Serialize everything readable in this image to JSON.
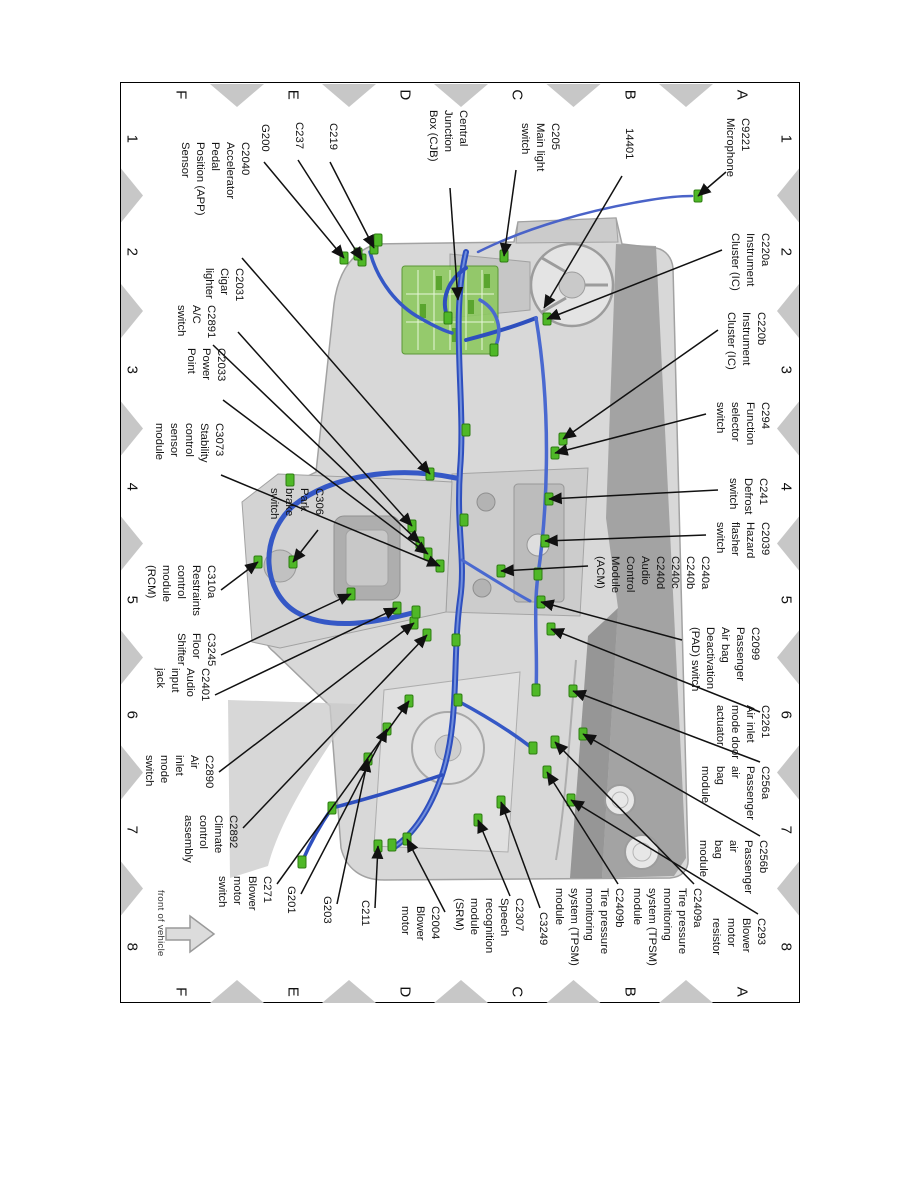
{
  "document": {
    "type": "wiring-harness-location-diagram",
    "harness_number": "14401",
    "orientation": "landscape page rotated 90deg clockwise"
  },
  "grid": {
    "letters": [
      "A",
      "B",
      "C",
      "D",
      "E",
      "F"
    ],
    "numbers": [
      "1",
      "2",
      "3",
      "4",
      "5",
      "6",
      "7",
      "8"
    ]
  },
  "annotations": {
    "front_of_vehicle": "front of vehicle"
  },
  "colors": {
    "connector_green": "#4fb827",
    "cjb_green": "#8cc95e",
    "harness_blue": "#2e4fbe",
    "dash_gray": "#d8d8d8",
    "locator_triangle_gray": "#c7c7c7"
  },
  "callouts": [
    {
      "id": "C9221",
      "lines": [
        "C9221",
        "Microphone"
      ]
    },
    {
      "id": "14401",
      "lines": [
        "14401"
      ]
    },
    {
      "id": "C205",
      "lines": [
        "C205",
        "Main light",
        "switch"
      ]
    },
    {
      "id": "CJB",
      "lines": [
        "Central",
        "Junction",
        "Box (CJB)"
      ]
    },
    {
      "id": "C219",
      "lines": [
        "C219"
      ]
    },
    {
      "id": "C237",
      "lines": [
        "C237"
      ]
    },
    {
      "id": "G200",
      "lines": [
        "G200"
      ]
    },
    {
      "id": "C2040",
      "lines": [
        "C2040",
        "Accelerator",
        "Pedal",
        "Position (APP)",
        "Sensor"
      ]
    },
    {
      "id": "C2031",
      "lines": [
        "C2031",
        "Cigar",
        "lighter"
      ]
    },
    {
      "id": "C2891",
      "lines": [
        "C2891",
        "A/C",
        "switch"
      ]
    },
    {
      "id": "C2033",
      "lines": [
        "C2033",
        "Power",
        "Point"
      ]
    },
    {
      "id": "C3073",
      "lines": [
        "C3073",
        "Stability",
        "control",
        "sensor",
        "module"
      ]
    },
    {
      "id": "C306",
      "lines": [
        "C306",
        "Park",
        "brake",
        "switch"
      ]
    },
    {
      "id": "C310a",
      "lines": [
        "C310a",
        "Restraints",
        "control",
        "module",
        "(RCM)"
      ]
    },
    {
      "id": "C3245",
      "lines": [
        "C3245",
        "Floor",
        "Shifter"
      ]
    },
    {
      "id": "C2401",
      "lines": [
        "C2401",
        "Audio",
        "input",
        "jack"
      ]
    },
    {
      "id": "C2890",
      "lines": [
        "C2890",
        "Air",
        "inlet",
        "mode",
        "switch"
      ]
    },
    {
      "id": "C2892",
      "lines": [
        "C2892",
        "Climate",
        "control",
        "assembly"
      ]
    },
    {
      "id": "C271",
      "lines": [
        "C271",
        "Blower",
        "motor",
        "switch"
      ]
    },
    {
      "id": "G201",
      "lines": [
        "G201"
      ]
    },
    {
      "id": "G203",
      "lines": [
        "G203"
      ]
    },
    {
      "id": "C211",
      "lines": [
        "C211"
      ]
    },
    {
      "id": "C2004",
      "lines": [
        "C2004",
        "Blower",
        "motor"
      ]
    },
    {
      "id": "C2307",
      "lines": [
        "C2307",
        "Speech",
        "recognition",
        "module",
        "(SRM)"
      ]
    },
    {
      "id": "C3249",
      "lines": [
        "C3249"
      ]
    },
    {
      "id": "C2409b",
      "lines": [
        "C2409b",
        "Tire pressure",
        "monitoring",
        "system (TPSM)",
        "module"
      ]
    },
    {
      "id": "C2409a",
      "lines": [
        "C2409a",
        "Tire pressure",
        "monitoring",
        "system (TPSM)",
        "module"
      ]
    },
    {
      "id": "C293",
      "lines": [
        "C293",
        "Blower",
        "motor",
        "resistor"
      ]
    },
    {
      "id": "C256b",
      "lines": [
        "C256b",
        "Passenger",
        "air",
        "bag",
        "module"
      ]
    },
    {
      "id": "C256a",
      "lines": [
        "C256a",
        "Passenger",
        "air",
        "bag",
        "module"
      ]
    },
    {
      "id": "C2261",
      "lines": [
        "C2261",
        "Air inlet",
        "mode door",
        "actuator"
      ]
    },
    {
      "id": "C2099",
      "lines": [
        "C2099",
        "Passenger",
        "Air bag",
        "Deactivation",
        "(PAD) switch"
      ]
    },
    {
      "id": "C240a-d",
      "lines": [
        "C240a",
        "C240b",
        "C240c",
        "C240d",
        "Audio",
        "Control",
        "Module",
        "(ACM)"
      ]
    },
    {
      "id": "C2039",
      "lines": [
        "C2039",
        "Hazard",
        "flasher",
        "switch"
      ]
    },
    {
      "id": "C241",
      "lines": [
        "C241",
        "Defrost",
        "switch"
      ]
    },
    {
      "id": "C294",
      "lines": [
        "C294",
        "Function",
        "selector",
        "switch"
      ]
    },
    {
      "id": "C220b",
      "lines": [
        "C220b",
        "Instrument",
        "Cluster (IC)"
      ]
    },
    {
      "id": "C220a",
      "lines": [
        "C220a",
        "Instrument",
        "Cluster (IC)"
      ]
    }
  ]
}
